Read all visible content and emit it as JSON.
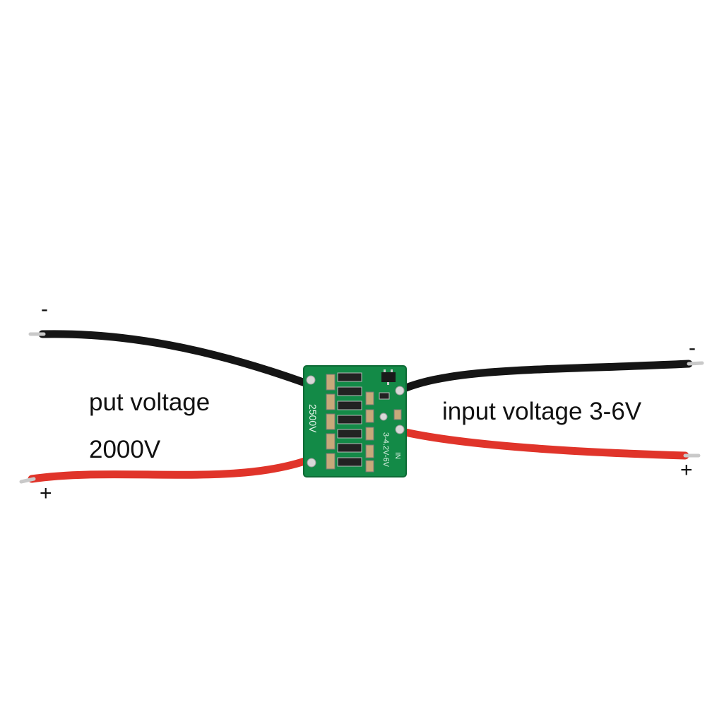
{
  "labels": {
    "output_line1": "put voltage",
    "output_line2": "2000V",
    "input": "input voltage 3-6V",
    "left_minus": "-",
    "left_plus": "+",
    "right_minus": "-",
    "right_plus": "+"
  },
  "board": {
    "left_silkscreen": "2500V",
    "right_silkscreen": "3-4.2V-6V",
    "right_marks": "IN"
  },
  "colors": {
    "pcb": "#138a47",
    "black_wire": "#151515",
    "red_wire": "#e0342a",
    "tinned_tip": "#c9c9c9"
  }
}
